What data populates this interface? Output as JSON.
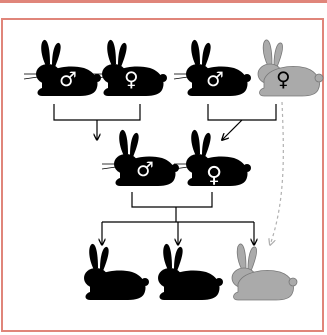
{
  "colors": {
    "frame": "#e0857a",
    "black_rabbit": "#000000",
    "grey_rabbit": "#aaaaaa",
    "dashed_arrow": "#b0b0b0"
  },
  "generations": [
    {
      "name": "grandparents",
      "rabbits": [
        {
          "id": "gp1",
          "color": "black",
          "sex": "male",
          "symbol": "♂"
        },
        {
          "id": "gp2",
          "color": "black",
          "sex": "female",
          "symbol": "♀"
        },
        {
          "id": "gp3",
          "color": "black",
          "sex": "male",
          "symbol": "♂"
        },
        {
          "id": "gp4",
          "color": "grey",
          "sex": "female",
          "symbol": "♀"
        }
      ]
    },
    {
      "name": "parents",
      "rabbits": [
        {
          "id": "p1",
          "color": "black",
          "sex": "male",
          "symbol": "♂"
        },
        {
          "id": "p2",
          "color": "black",
          "sex": "female",
          "symbol": "♀"
        }
      ]
    },
    {
      "name": "offspring",
      "rabbits": [
        {
          "id": "o1",
          "color": "black"
        },
        {
          "id": "o2",
          "color": "black"
        },
        {
          "id": "o3",
          "color": "grey"
        }
      ]
    }
  ],
  "relations": [
    {
      "from": [
        "gp1",
        "gp2"
      ],
      "to": "p1",
      "style": "solid"
    },
    {
      "from": [
        "gp3",
        "gp4"
      ],
      "to": "p2",
      "style": "solid"
    },
    {
      "from": [
        "p1",
        "p2"
      ],
      "to": [
        "o1",
        "o2",
        "o3"
      ],
      "style": "solid"
    },
    {
      "from": "gp4",
      "to": "o3",
      "style": "dashed"
    }
  ]
}
